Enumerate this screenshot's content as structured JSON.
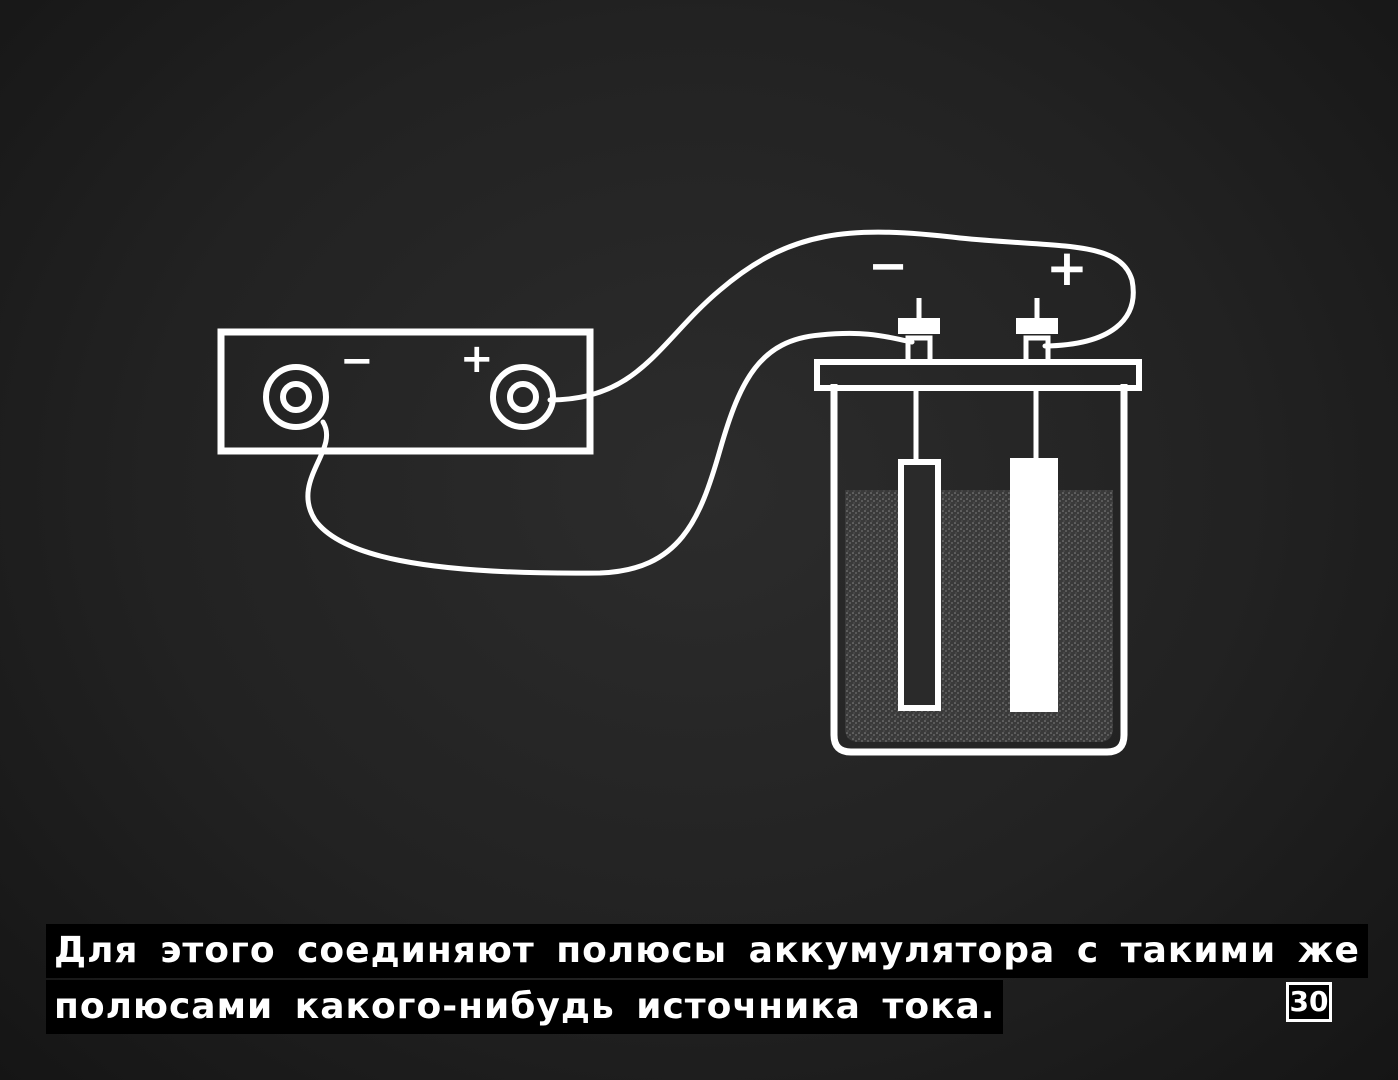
{
  "slide": {
    "caption_line1": "Для этого соединяют полюсы аккумулятора с такими же",
    "caption_line2": "полюсами какого-нибудь источника тока.",
    "page_number": "30"
  },
  "source_box": {
    "minus_sign": "−",
    "plus_sign": "+"
  },
  "accumulator": {
    "minus_sign": "−",
    "plus_sign": "+"
  },
  "colors": {
    "background": "#222222",
    "line": "#ffffff",
    "electrolyte": "#3a3a3a",
    "caption_bg": "#000000"
  }
}
